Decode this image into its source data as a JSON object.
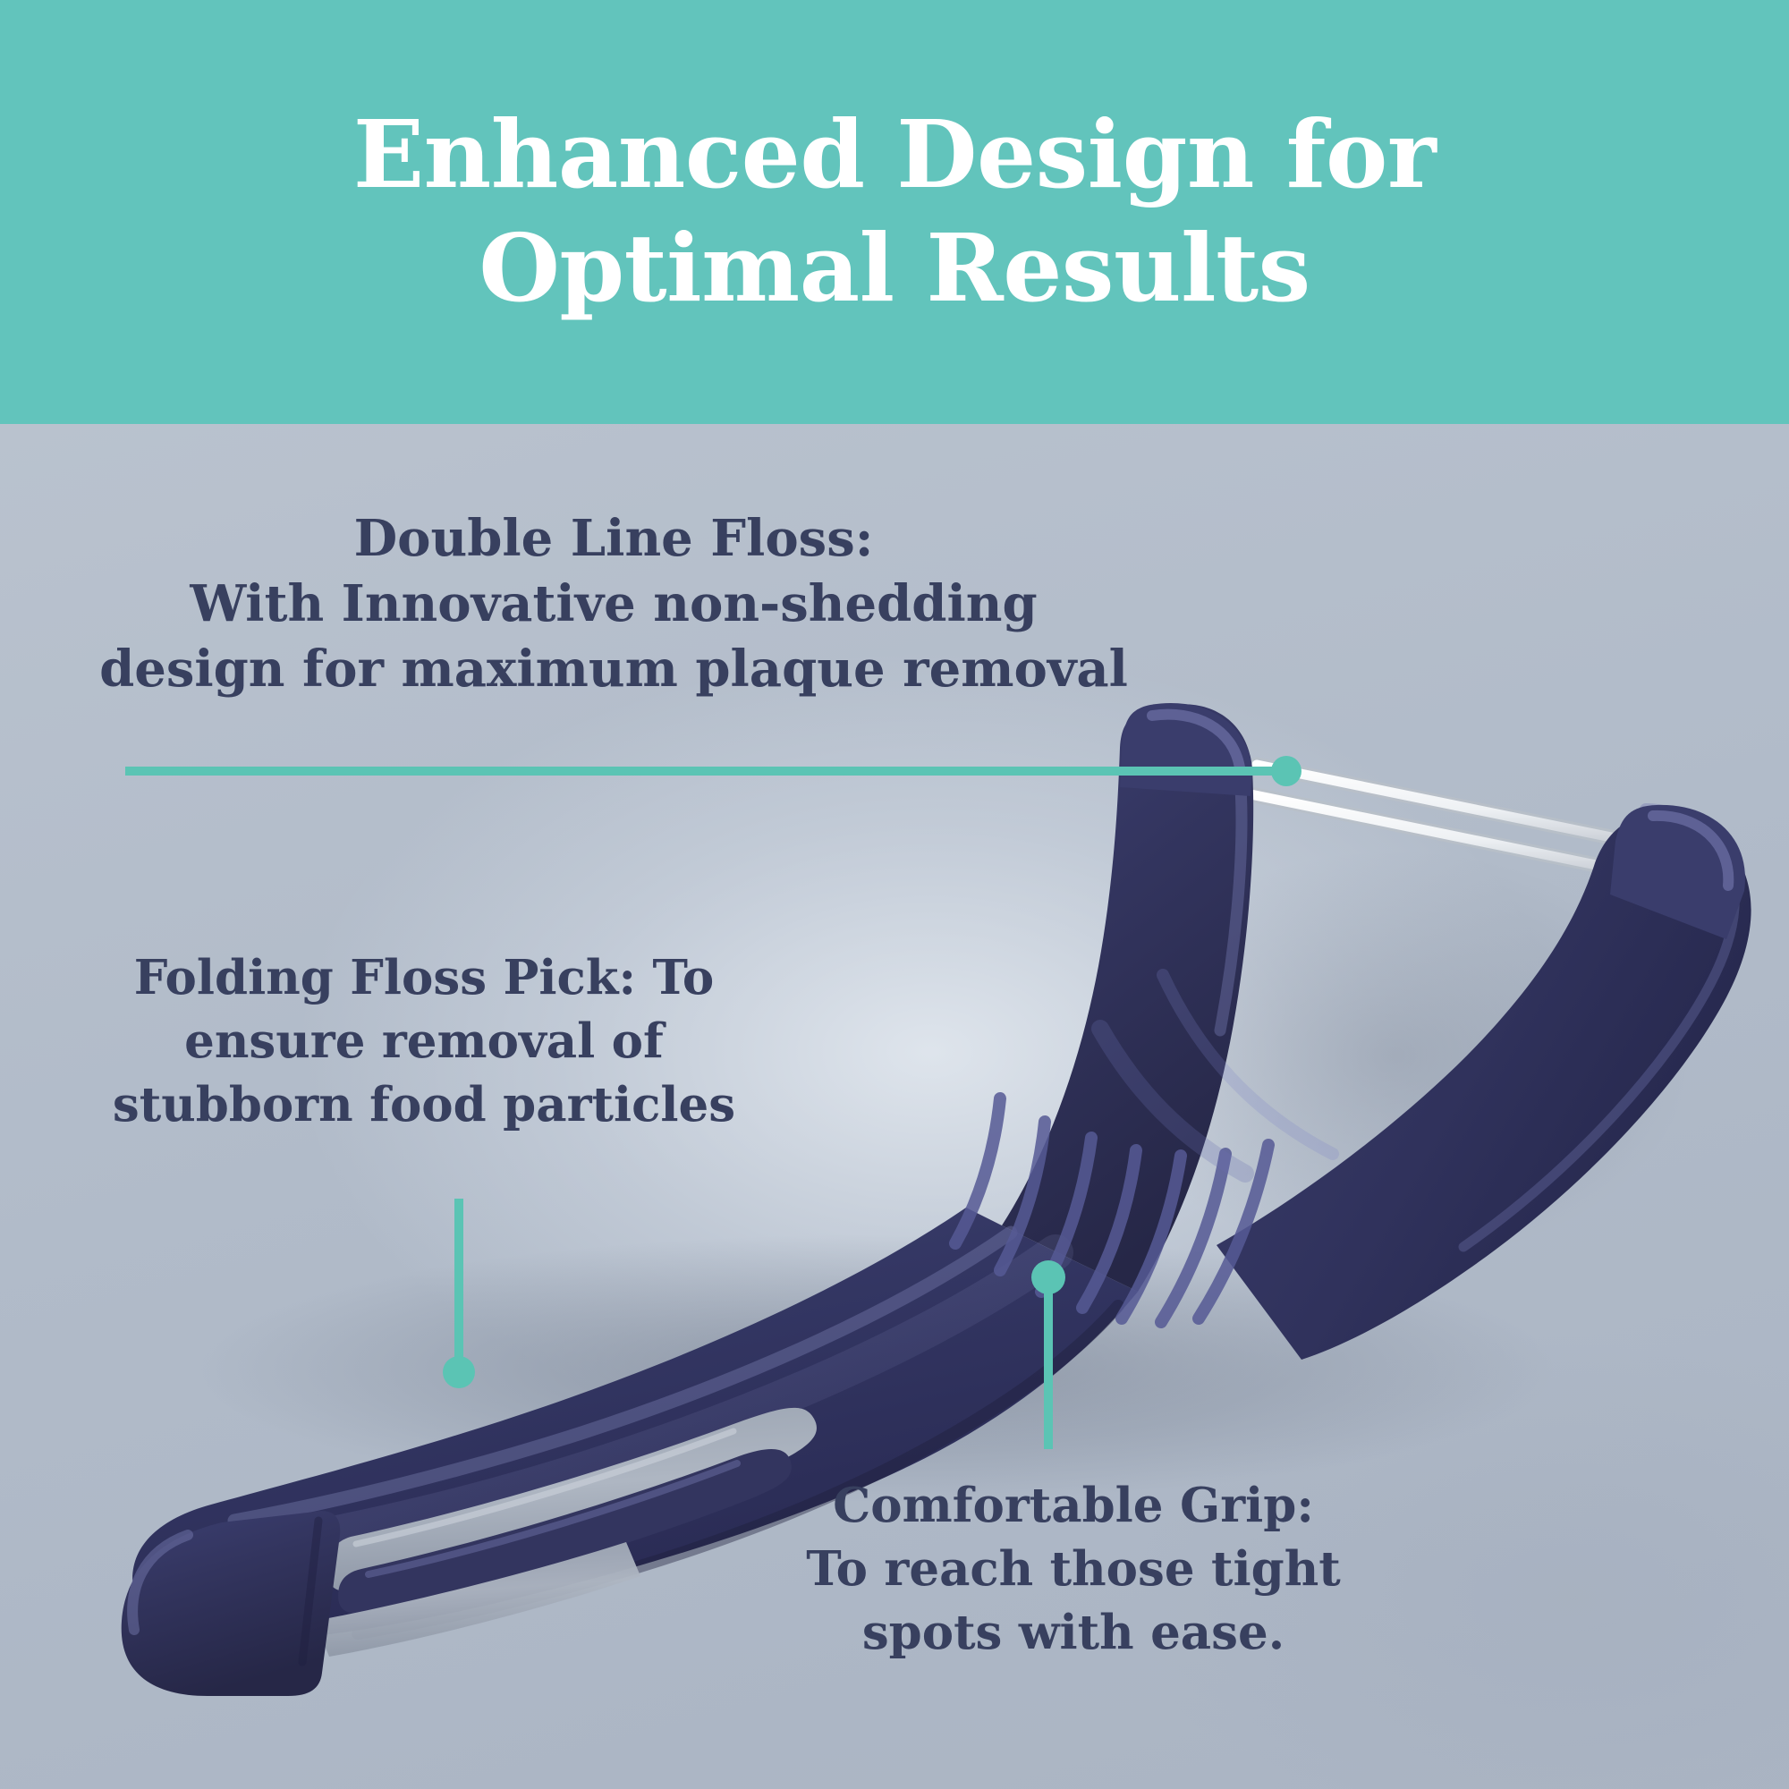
{
  "header": {
    "title_lines": [
      "Enhanced Design for",
      "Optimal Results"
    ],
    "background_color": "#62c4bc",
    "text_color": "#ffffff"
  },
  "page": {
    "background_color": "#b3bdcb",
    "text_color": "#38405f",
    "accent_color": "#5bc4b4",
    "product_color": "#2e2f5e",
    "floss_color": "#f2f4f6"
  },
  "callouts": [
    {
      "id": "double-line-floss",
      "lines": [
        "Double Line Floss:",
        "With Innovative non-shedding",
        "design for maximum plaque removal"
      ],
      "leader": "horizontal-right"
    },
    {
      "id": "folding-floss-pick",
      "lines": [
        "Folding Floss Pick: To",
        "ensure removal of",
        "stubborn food particles"
      ],
      "leader": "vertical-down"
    },
    {
      "id": "comfortable-grip",
      "lines": [
        "Comfortable Grip:",
        "To reach those tight",
        "spots with ease."
      ],
      "leader": "vertical-up"
    }
  ],
  "product": {
    "name": "folding-floss-pick",
    "parts": {
      "fork_head": "U-shaped floss fork",
      "floss_strands": "two parallel floss lines",
      "grip_ridges": "seven curved grip ridges",
      "handle": "curved navy handle",
      "pick_slot": "folding pick slot",
      "pick_tip": "rounded paddle tip"
    },
    "floss_strand_count": 2,
    "grip_ridge_count": 7
  }
}
